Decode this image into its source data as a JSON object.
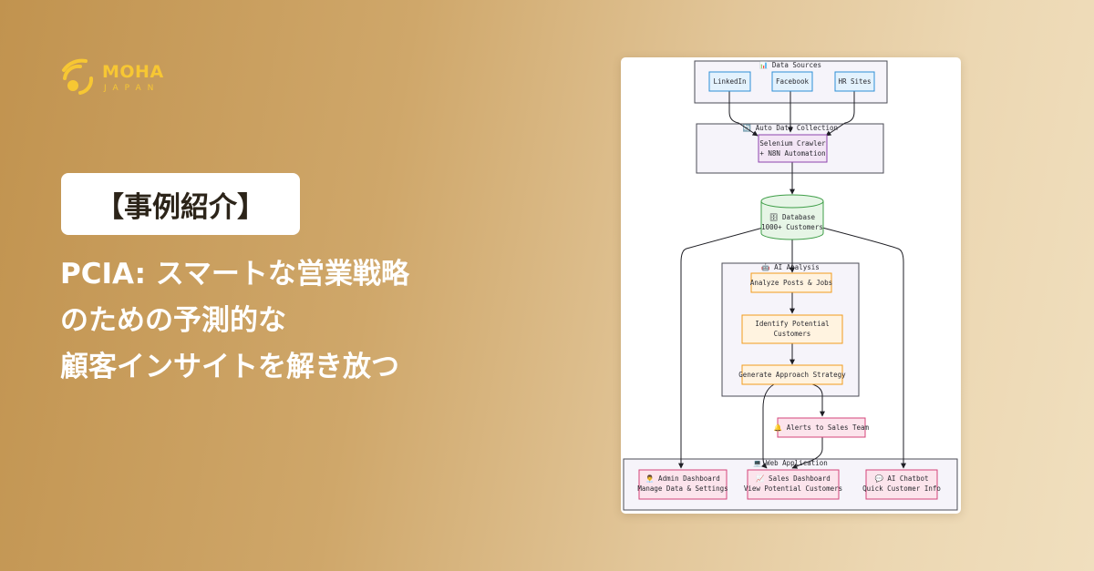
{
  "brand": {
    "name": "MOHA",
    "sub": "JAPAN",
    "color": "#f7c733"
  },
  "tag": {
    "label": "【事例紹介】"
  },
  "headline": {
    "lines": [
      "PCIA: スマートな営業戦略",
      "のための予測的な",
      "顧客インサイトを解き放つ"
    ]
  },
  "diagram": {
    "groups": {
      "data_sources": "📊 Data Sources",
      "auto_collection": "🔄 Auto Data Collection",
      "ai_analysis": "🤖 AI Analysis",
      "web_application": "💻 Web Application"
    },
    "nodes": {
      "linkedin": "LinkedIn",
      "facebook": "Facebook",
      "hr_sites": "HR Sites",
      "crawler": [
        "Selenium Crawler",
        "+ N8N Automation"
      ],
      "database": [
        "🗄 Database",
        "1000+ Customers"
      ],
      "analyze": "Analyze Posts & Jobs",
      "identify": [
        "Identify Potential",
        "Customers"
      ],
      "strategy": "Generate Approach Strategy",
      "alerts": "🔔 Alerts to Sales Team",
      "admin": [
        "👨‍💼 Admin Dashboard",
        "Manage Data & Settings"
      ],
      "sales": [
        "📈 Sales Dashboard",
        "View Potential Customers"
      ],
      "chatbot": [
        "💬 AI Chatbot",
        "Quick Customer Info"
      ]
    },
    "colors": {
      "source_fill": "#e3f2fd",
      "source_stroke": "#2f8fd6",
      "crawler_fill": "#f3e5f5",
      "crawler_stroke": "#8e44ad",
      "db_fill": "#e6f5e6",
      "db_stroke": "#3f9e48",
      "ai_fill": "#fff3e0",
      "ai_stroke": "#f29b1d",
      "app_fill": "#fce4ec",
      "app_stroke": "#d4457a"
    }
  }
}
